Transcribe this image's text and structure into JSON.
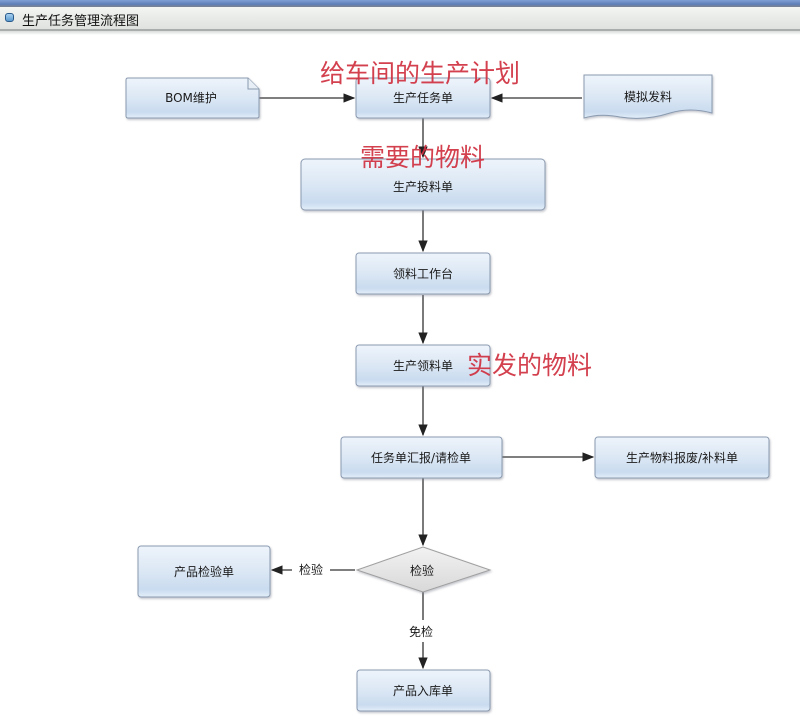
{
  "window": {
    "title": "生产任务管理流程图",
    "title_icon": "window-icon"
  },
  "colors": {
    "node_fill_top": "#eef4fb",
    "node_fill_bottom": "#c9dbef",
    "node_stroke": "#8a9ab0",
    "decision_fill": "#e6e6e6",
    "decision_stroke": "#a0a0a0",
    "edge": "#222222",
    "annotation": "#d03040"
  },
  "diagram": {
    "nodes": {
      "bom": {
        "label": "BOM维护",
        "shape": "document-folded"
      },
      "task_order": {
        "label": "生产任务单",
        "shape": "rounded-rect"
      },
      "simulate_issue": {
        "label": "模拟发料",
        "shape": "wavy-document"
      },
      "feed_order": {
        "label": "生产投料单",
        "shape": "rounded-rect"
      },
      "pick_bench": {
        "label": "领料工作台",
        "shape": "rounded-rect"
      },
      "pick_order": {
        "label": "生产领料单",
        "shape": "rounded-rect"
      },
      "report": {
        "label": "任务单汇报/请检单",
        "shape": "rounded-rect"
      },
      "scrap": {
        "label": "生产物料报废/补料单",
        "shape": "rounded-rect"
      },
      "inspect_decision": {
        "label": "检验",
        "shape": "diamond"
      },
      "inspect_order": {
        "label": "产品检验单",
        "shape": "rounded-rect"
      },
      "stock_in": {
        "label": "产品入库单",
        "shape": "rounded-rect"
      }
    },
    "edges": [
      {
        "from": "bom",
        "to": "task_order",
        "label": ""
      },
      {
        "from": "simulate_issue",
        "to": "task_order",
        "label": ""
      },
      {
        "from": "task_order",
        "to": "feed_order",
        "label": ""
      },
      {
        "from": "feed_order",
        "to": "pick_bench",
        "label": ""
      },
      {
        "from": "pick_bench",
        "to": "pick_order",
        "label": ""
      },
      {
        "from": "pick_order",
        "to": "report",
        "label": ""
      },
      {
        "from": "report",
        "to": "scrap",
        "label": ""
      },
      {
        "from": "report",
        "to": "inspect_decision",
        "label": ""
      },
      {
        "from": "inspect_decision",
        "to": "inspect_order",
        "label": "检验"
      },
      {
        "from": "inspect_decision",
        "to": "stock_in",
        "label": "免检"
      }
    ],
    "annotations": {
      "plan": "给车间的生产计划",
      "needed": "需要的物料",
      "actual": "实发的物料"
    }
  }
}
